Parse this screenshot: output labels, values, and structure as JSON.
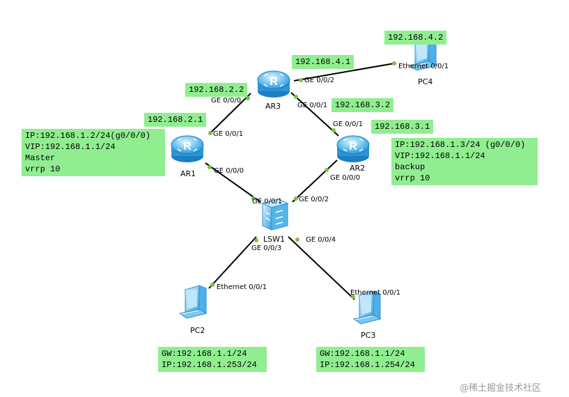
{
  "devices": {
    "ar1": "AR1",
    "ar2": "AR2",
    "ar3": "AR3",
    "lsw1": "LSW1",
    "pc2": "PC2",
    "pc3": "PC3",
    "pc4": "PC4"
  },
  "ip_labels": {
    "ar3_to_pc4": "192.168.4.1",
    "pc4": "192.168.4.2",
    "ar3_to_ar1": "192.168.2.2",
    "ar1_to_ar3": "192.168.2.1",
    "ar3_to_ar2": "192.168.3.2",
    "ar2_to_ar3": "192.168.3.1"
  },
  "ports": {
    "ar3_ge002": "GE 0/0/2",
    "ar3_ge000": "GE 0/0/0",
    "ar3_ge001": "GE 0/0/1",
    "ar1_ge001": "GE 0/0/1",
    "ar1_ge000": "GE 0/0/0",
    "ar2_ge001": "GE 0/0/1",
    "ar2_ge000": "GE 0/0/0",
    "lsw_ge001": "GE 0/0/1",
    "lsw_ge002": "GE 0/0/2",
    "lsw_ge003": "GE 0/0/3",
    "lsw_ge004": "GE 0/0/4",
    "pc4_eth": "Ethernet 0/0/1",
    "pc2_eth": "Ethernet 0/0/1",
    "pc3_eth": "Ethernet 0/0/1"
  },
  "ar1_info": [
    "IP:192.168.1.2/24(g0/0/0)",
    "VIP:192.168.1.1/24",
    "Master",
    "vrrp 10"
  ],
  "ar2_info": [
    "IP:192.168.1.3/24 (g0/0/0)",
    "VIP:192.168.1.1/24",
    "backup",
    "vrrp 10"
  ],
  "pc2_info": [
    "GW:192.168.1.1/24",
    "IP:192.168.1.253/24"
  ],
  "pc3_info": [
    "GW:192.168.1.1/24",
    "IP:192.168.1.254/24"
  ],
  "watermark": "@稀土掘金技术社区",
  "colors": {
    "label_bg": "#90ee90",
    "port_dot": "#7ac142",
    "router_blue": "#3fa9e0",
    "link": "#000000"
  }
}
